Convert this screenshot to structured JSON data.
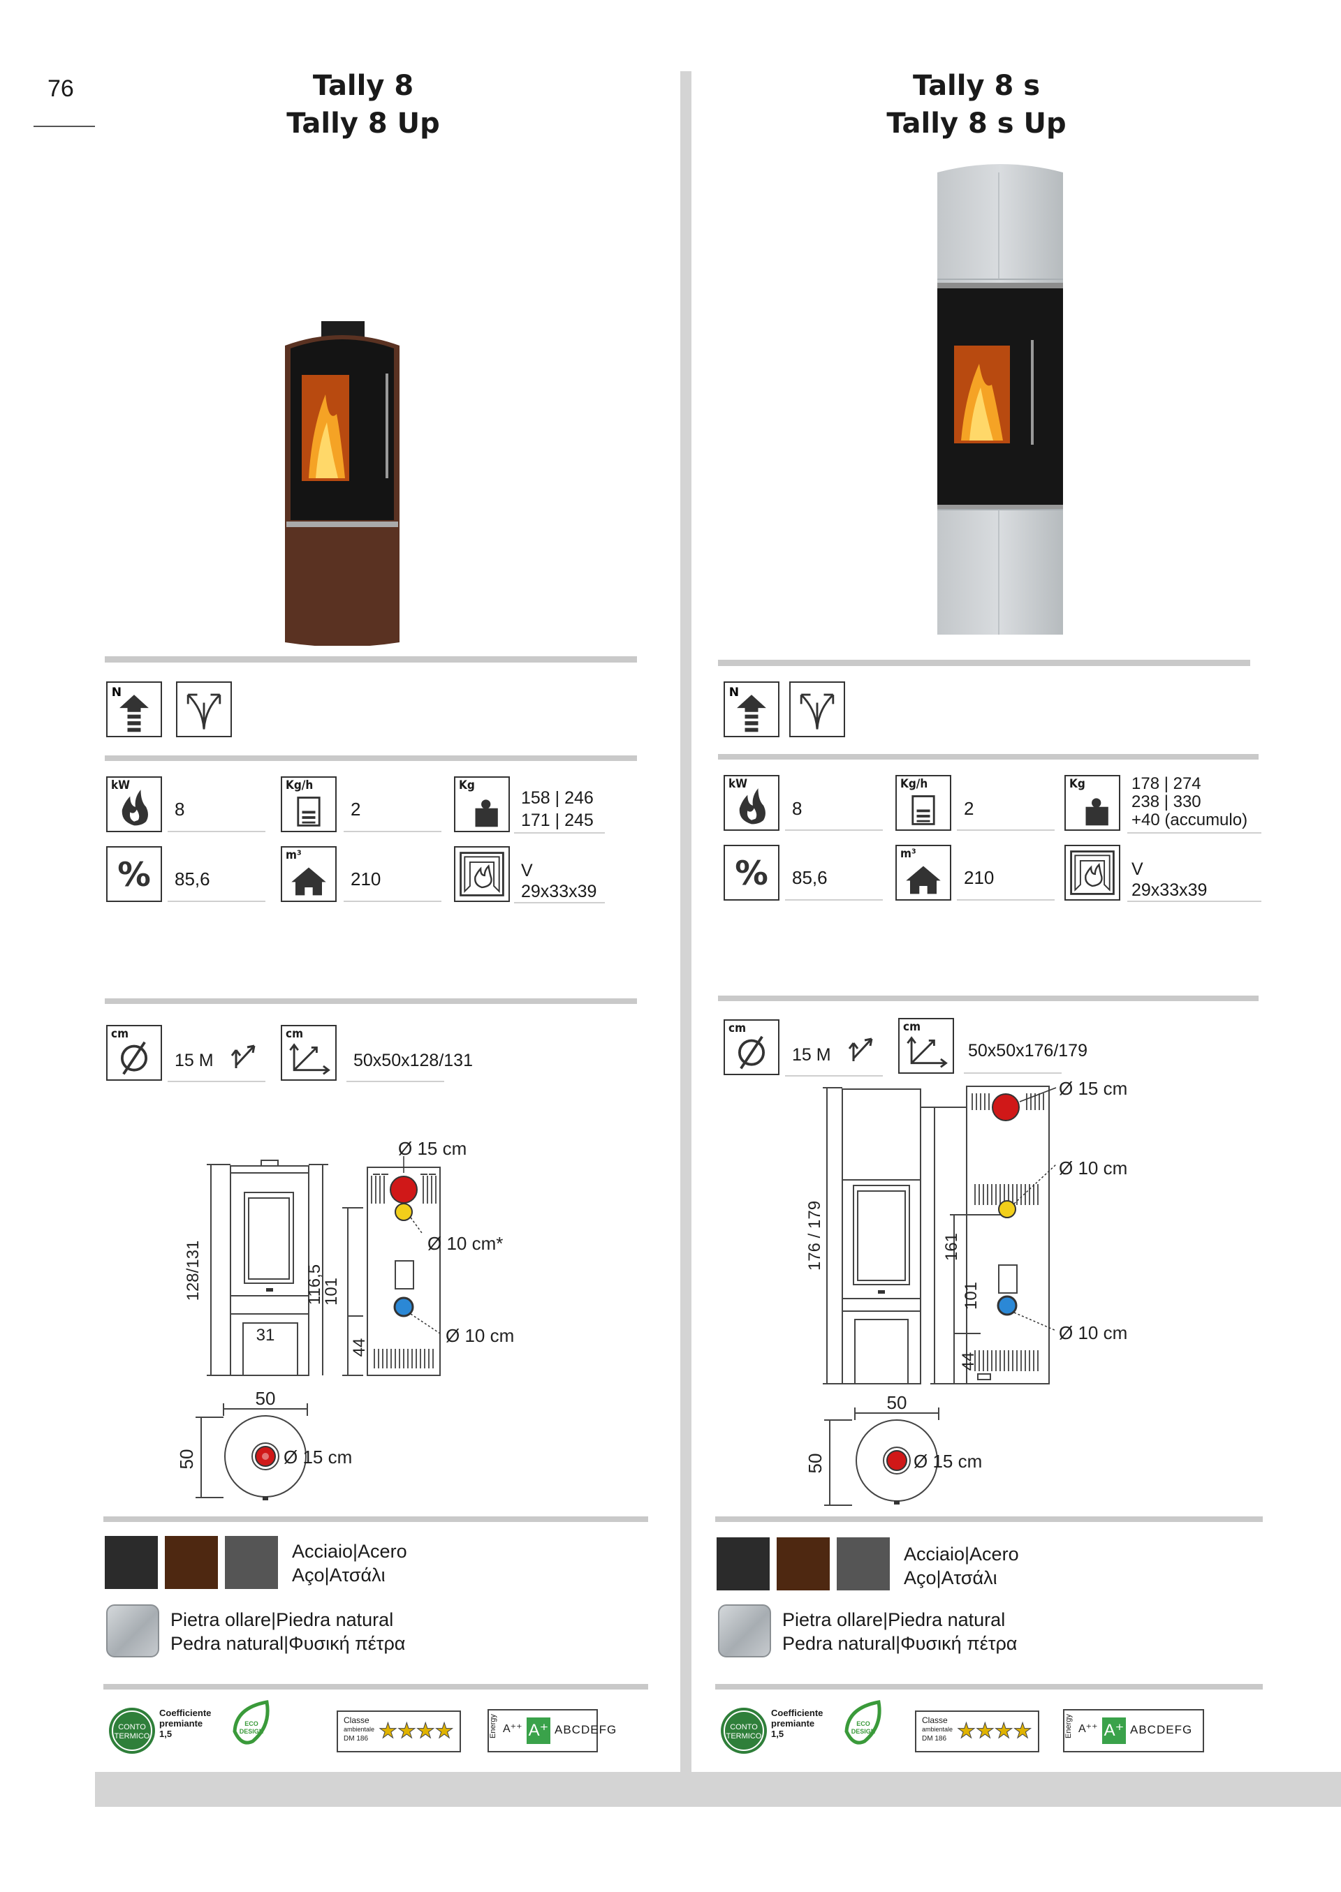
{
  "page": {
    "number": "76"
  },
  "left": {
    "title_line1": "Tally 8",
    "title_line2": "Tally 8 Up",
    "specs": {
      "kw_icon": "kW",
      "kw_value": "8",
      "kgh_icon": "Kg/h",
      "kgh_value": "2",
      "kg_icon": "Kg",
      "kg_line1": "158 | 246",
      "kg_line2": "171 | 245",
      "eff_value": "85,6",
      "m3_icon": "m³",
      "m3_value": "210",
      "fire_line1": "V",
      "fire_line2": "29x33x39",
      "cm_icon": "cm",
      "flue_value": "15  M",
      "dim_value": "50x50x128/131"
    },
    "drawing": {
      "flue_top": "Ø 15 cm",
      "flue_mid": "Ø 10 cm*",
      "flue_low": "Ø 10 cm",
      "h_total": "128/131",
      "h_1165": "116,5",
      "h_101": "101",
      "h_44": "44",
      "w_31": "31",
      "w_50": "50",
      "d_50": "50",
      "bottom_flue": "Ø 15 cm"
    },
    "materials": {
      "steel_line1": "Acciaio|Acero",
      "steel_line2": "Aço|Ατσάλι",
      "stone_line1": "Pietra ollare|Piedra natural",
      "stone_line2": "Pedra natural|Φυσική πέτρα"
    }
  },
  "right": {
    "title_line1": "Tally 8 s",
    "title_line2": "Tally 8 s Up",
    "specs": {
      "kw_icon": "kW",
      "kw_value": "8",
      "kgh_icon": "Kg/h",
      "kgh_value": "2",
      "kg_icon": "Kg",
      "kg_line1": "178 | 274",
      "kg_line2": "238 | 330",
      "kg_line3": "+40 (accumulo)",
      "eff_value": "85,6",
      "m3_icon": "m³",
      "m3_value": "210",
      "fire_line1": "V",
      "fire_line2": "29x33x39",
      "cm_icon": "cm",
      "flue_value": "15  M",
      "dim_value": "50x50x176/179"
    },
    "drawing": {
      "flue_top": "Ø 15 cm",
      "flue_mid": "Ø 10 cm",
      "flue_low": "Ø 10 cm",
      "h_total": "176 / 179",
      "h_161": "161",
      "h_101": "101",
      "h_44": "44",
      "w_50": "50",
      "d_50": "50",
      "bottom_flue": "Ø 15 cm"
    },
    "materials": {
      "steel_line1": "Acciaio|Acero",
      "steel_line2": "Aço|Ατσάλι",
      "stone_line1": "Pietra ollare|Piedra natural",
      "stone_line2": "Pedra natural|Φυσική πέτρα"
    }
  },
  "badges": {
    "conto_line1": "CONTO",
    "conto_line2": "TERMICO",
    "coeff_line1": "Coefficiente",
    "coeff_line2": "premiante",
    "coeff_line3": "1,5",
    "eco_line1": "ECO",
    "eco_line2": "DESIGN",
    "classe_line1": "Classe",
    "classe_line2": "ambientale",
    "classe_line3": "DM 186",
    "classe_stars": "★★★★",
    "energy_vertical": "Energy",
    "energy_app": "A⁺⁺",
    "energy_ap": "A⁺",
    "energy_scale": "ABCDEFG"
  },
  "colors": {
    "swatch_black": "#2b2b2b",
    "swatch_brown": "#4e2811",
    "swatch_grey": "#555555",
    "stone": "#b9bec2",
    "stove_brown": "#5a3222",
    "flue_red": "#d01818",
    "flue_yellow": "#f2cf1a",
    "flue_blue": "#2b88d6",
    "eco_green": "#3a9a3a"
  }
}
